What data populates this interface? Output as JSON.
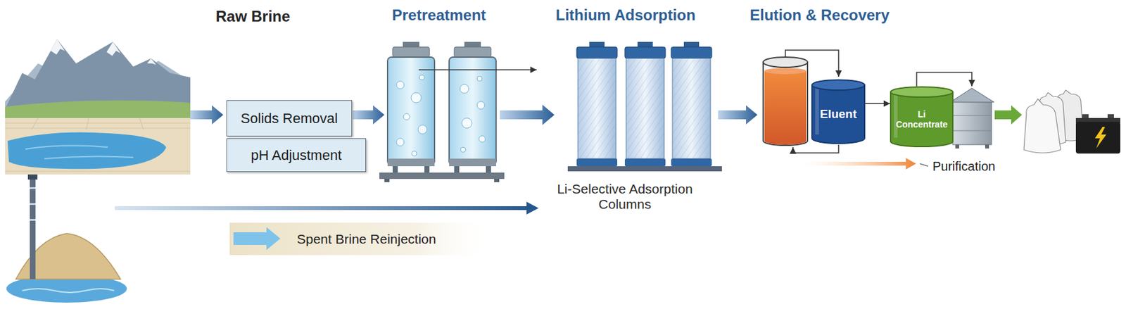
{
  "diagram": {
    "nodes": [
      {
        "text": [
          "Solids Removal"
        ]
      },
      {
        "text": [
          "pH Adjustment"
        ]
      },
      {
        "text": [
          "Eluent"
        ]
      },
      {
        "text": [
          "Li Concentrate"
        ]
      }
    ],
    "edges": [
      {
        "from": 2,
        "to": 3,
        "arrow": "to"
      }
    ],
    "labels": [
      "Raw Brine",
      "Pretreatment",
      "Lithium Adsorption",
      "Elution & Recovery",
      "Li-Selective Adsorption Columns",
      "Spent Brine Reinjection",
      "Purification"
    ]
  }
}
